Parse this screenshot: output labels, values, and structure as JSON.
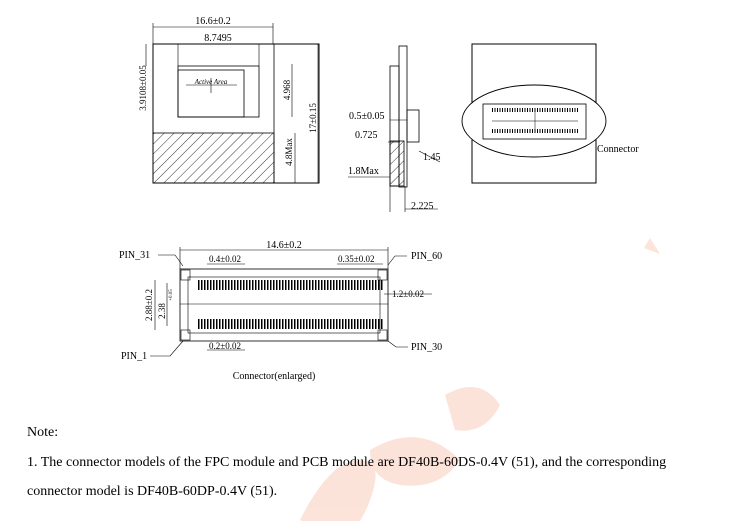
{
  "front_view": {
    "width_dim": "16.6±0.2",
    "inner_width_dim": "8.7495",
    "left_offset_dim": "3.9108±0.05",
    "active_height_dim": "4.968",
    "height_dim": "17±0.15",
    "hatch_height_dim": "4.8Max",
    "active_area_label": "Active Area"
  },
  "side_view": {
    "dim_thickness": "0.5±0.05",
    "dim_gap": "0.725",
    "dim_max": "1.8Max",
    "dim_step": "1.45",
    "dim_total": "2.225"
  },
  "back_view": {
    "connector_label": "Connector"
  },
  "connector": {
    "caption": "Connector(enlarged)",
    "length_dim": "14.6±0.2",
    "pitch_dim": "0.4±0.02",
    "pin_width_dim": "0.35±0.02",
    "pin_len_dim": "1.2±0.02",
    "pin_gap_dim": "0.2±0.02",
    "height_dim": "2.88±0.2",
    "inner_height_dim": "2.38",
    "inner_tol": "+0.05",
    "pins": {
      "p31": "PIN_31",
      "p60": "PIN_60",
      "p1": "PIN_1",
      "p30": "PIN_30"
    }
  },
  "note": {
    "title": "Note:",
    "line1": "1. The connector models of the FPC module and PCB module are DF40B-60DS-0.4V (51), and the corresponding",
    "line2": "connector model is DF40B-60DP-0.4V (51)."
  }
}
